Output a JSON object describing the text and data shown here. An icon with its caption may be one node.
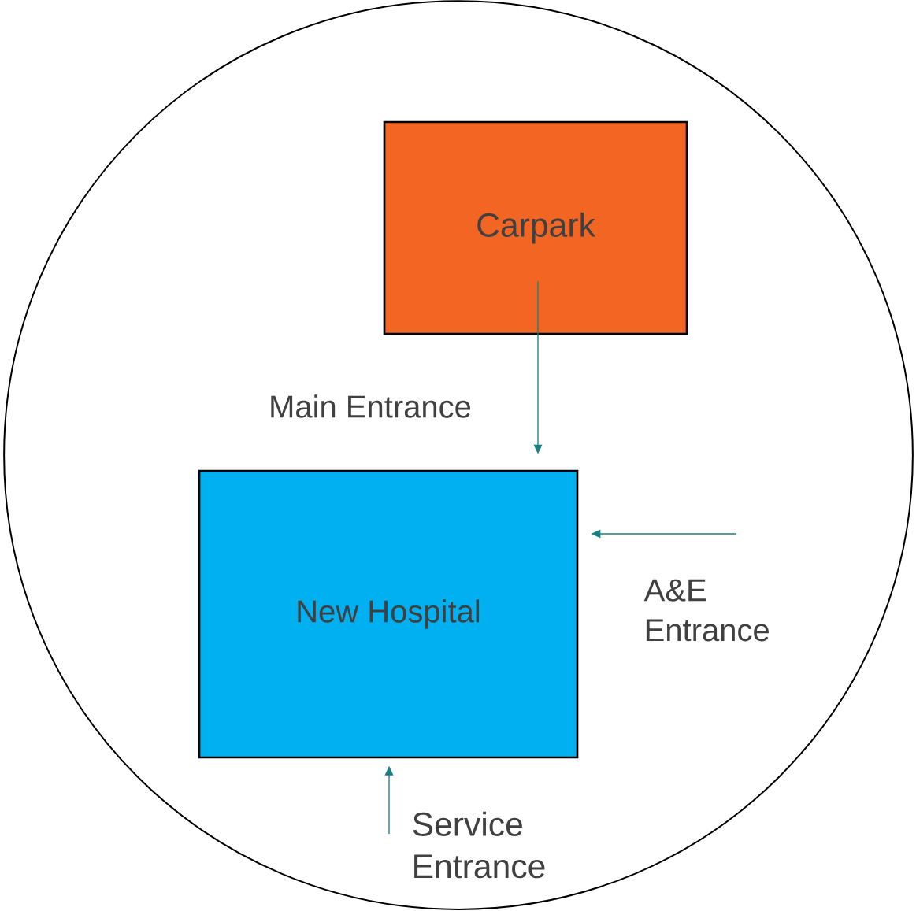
{
  "diagram": {
    "nodes": [
      {
        "text": [],
        "shape": "circle"
      },
      {
        "text": [
          "Carpark"
        ],
        "in": 0
      },
      {
        "text": [
          "New Hospital"
        ],
        "in": 0
      }
    ],
    "edges": [
      {
        "from": 1,
        "to": 2,
        "arrow": "to",
        "label": "Main Entrance"
      },
      {
        "from": null,
        "to": 2,
        "arrow": "to",
        "label": "A&E Entrance"
      },
      {
        "from": null,
        "to": 2,
        "arrow": "to",
        "label": "Service Entrance"
      }
    ]
  }
}
